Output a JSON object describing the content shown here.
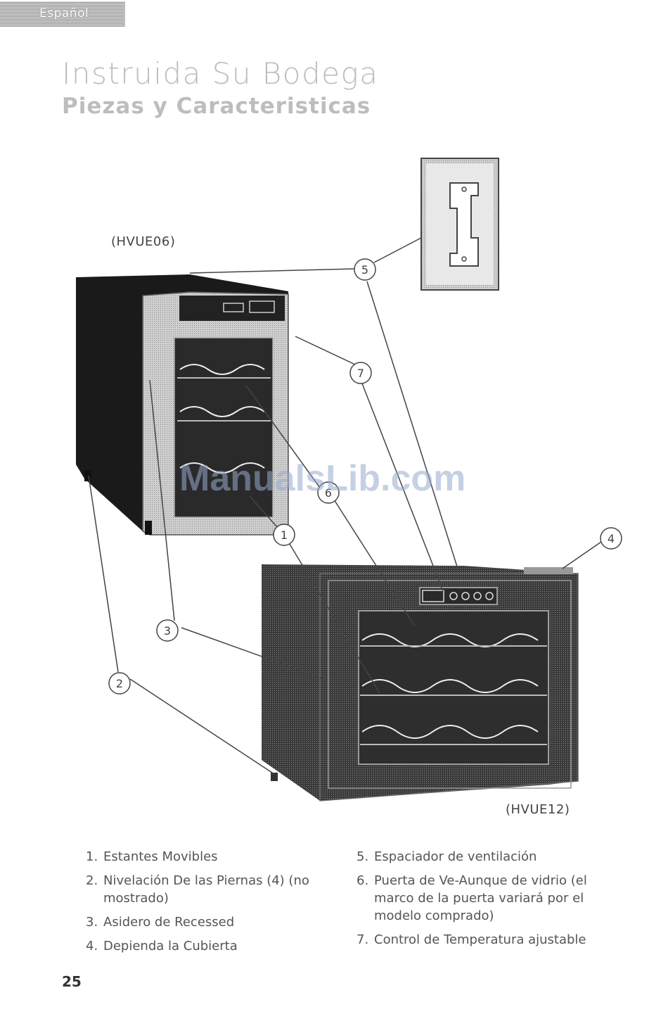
{
  "header": {
    "language_tab": "Español",
    "title": "Instruida Su Bodega",
    "subtitle": "Piezas y Caracteristicas"
  },
  "models": {
    "small": "(HVUE06)",
    "large": "(HVUE12)"
  },
  "callouts": [
    "1",
    "2",
    "3",
    "4",
    "5",
    "6",
    "7"
  ],
  "watermark": "ManualsLib.com",
  "parts_left": [
    {
      "num": "1.",
      "text": "Estantes Movibles"
    },
    {
      "num": "2.",
      "text": "Nivelación De las Piernas (4) (no mostrado)"
    },
    {
      "num": "3.",
      "text": "Asidero de Recessed"
    },
    {
      "num": "4.",
      "text": "Depienda la Cubierta"
    }
  ],
  "parts_right": [
    {
      "num": "5.",
      "text": "Espaciador de ventilación"
    },
    {
      "num": "6.",
      "text": "Puerta de Ve-Aunque de vidrio (el marco de la puerta variará por el modelo comprado)"
    },
    {
      "num": "7.",
      "text": "Control de Temperatura ajustable"
    }
  ],
  "page_number": "25"
}
